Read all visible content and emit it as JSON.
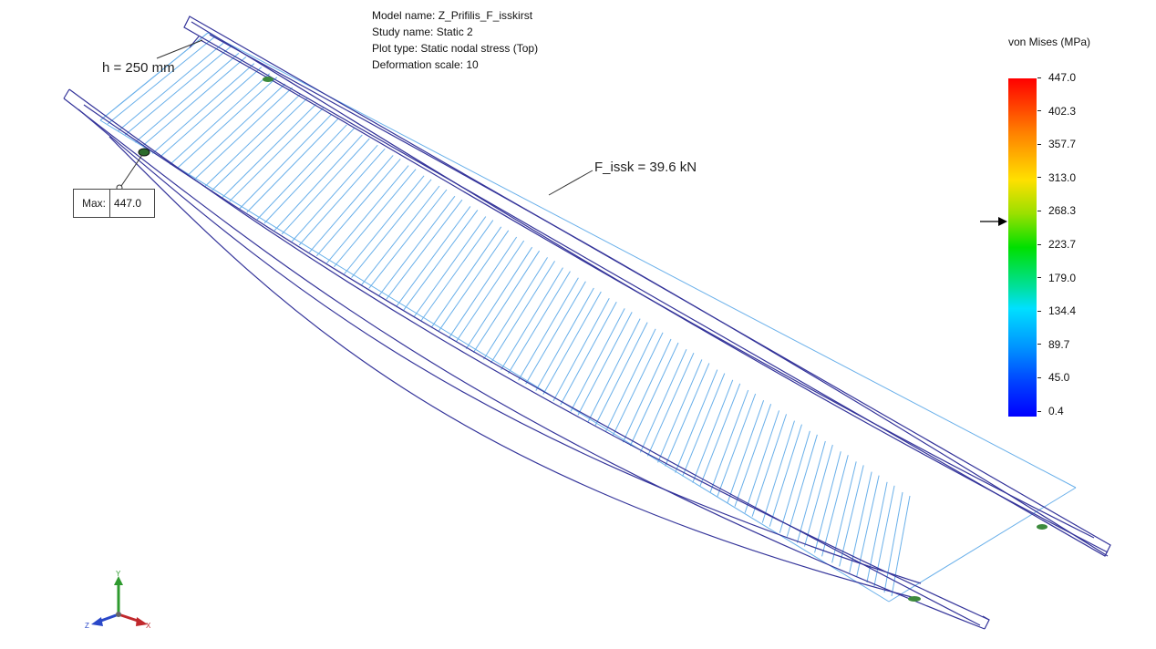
{
  "info": {
    "model_name": "Model name: Z_Prifilis_F_isskirst",
    "study_name": "Study name: Static 2",
    "plot_type": "Plot type: Static nodal stress (Top)",
    "deformation_scale": "Deformation scale: 10"
  },
  "annotations": {
    "height_label": "h = 250 mm",
    "force_label": "F_issk = 39.6 kN"
  },
  "max_probe": {
    "label": "Max:",
    "value": "447.0"
  },
  "legend": {
    "title": "von Mises (MPa)",
    "ticks": [
      "447.0",
      "402.3",
      "357.7",
      "313.0",
      "268.3",
      "223.7",
      "179.0",
      "134.4",
      "89.7",
      "45.0",
      "0.4"
    ],
    "colors": {
      "max": "#ff0000",
      "mid": "#00e000",
      "min": "#0000ff"
    }
  },
  "triad": {
    "x": "X",
    "y": "Y",
    "z": "Z"
  },
  "colors": {
    "beam_edge": "#3a3a9a",
    "deck": "#5aa8e6"
  }
}
